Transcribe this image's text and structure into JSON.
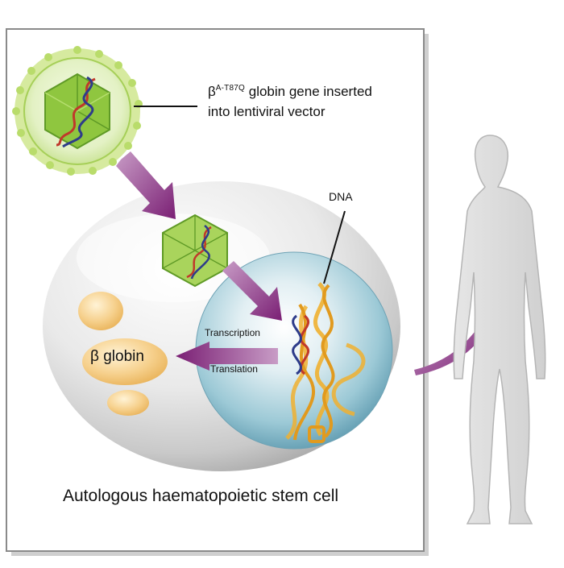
{
  "vector": {
    "caption_symbol": "β",
    "caption_superscript": "A-T87Q",
    "caption_line1": "globin gene inserted",
    "caption_line2": "into lentiviral vector"
  },
  "nucleus": {
    "dna_label": "DNA",
    "transcription_label": "Transcription",
    "translation_label": "Translation"
  },
  "protein": {
    "label": "β globin"
  },
  "cell": {
    "caption": "Autologous haematopoietic stem cell"
  },
  "colors": {
    "frame_border": "#8a8a8a",
    "virus_green": "#8fc63f",
    "arrow_purple": "#8a2a82",
    "nucleus_teal": "#9cc9d6",
    "dna_orange": "#f0b030",
    "protein_cream": "#f6d08c",
    "body_silhouette": "#dcdcdc"
  }
}
